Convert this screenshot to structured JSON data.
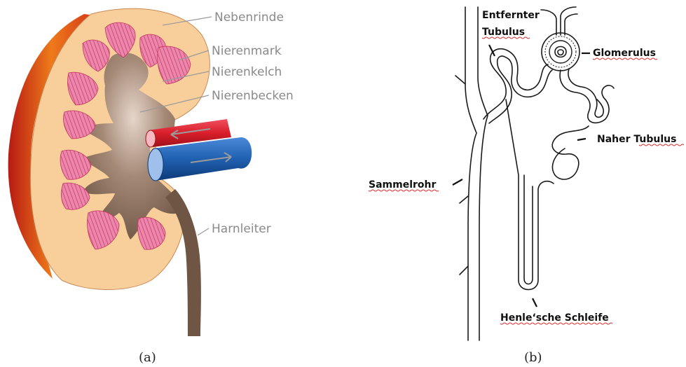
{
  "panel_a": {
    "caption": "(a)",
    "labels": {
      "nebenrinde": "Nebenrinde",
      "nierenmark": "Nierenmark",
      "nierenkelch": "Nierenkelch",
      "nierenbecken": "Nierenbecken",
      "harnleiter": "Harnleiter"
    }
  },
  "panel_b": {
    "caption": "(b)",
    "labels": {
      "entfernter_line1": "Entfernter",
      "entfernter_line2": "Tubulus",
      "glomerulus": "Glomerulus",
      "naher_tubulus": "Naher Tubulus",
      "sammelrohr": "Sammelrohr",
      "henle_schleife": "Henle‘sche Schleife"
    }
  },
  "colors": {
    "cortex": "#f8cf9a",
    "capsule_outer": "#d12a1c",
    "capsule_mid": "#ee7a1a",
    "pyramid_fill": "#ea7fa6",
    "pyramid_stripe": "#c2375f",
    "pelvis": "#8b6f5c",
    "artery": "#d81f2a",
    "vein": "#2060b0",
    "label_gray": "#8a8a8a",
    "squiggle_red": "#d23030"
  }
}
